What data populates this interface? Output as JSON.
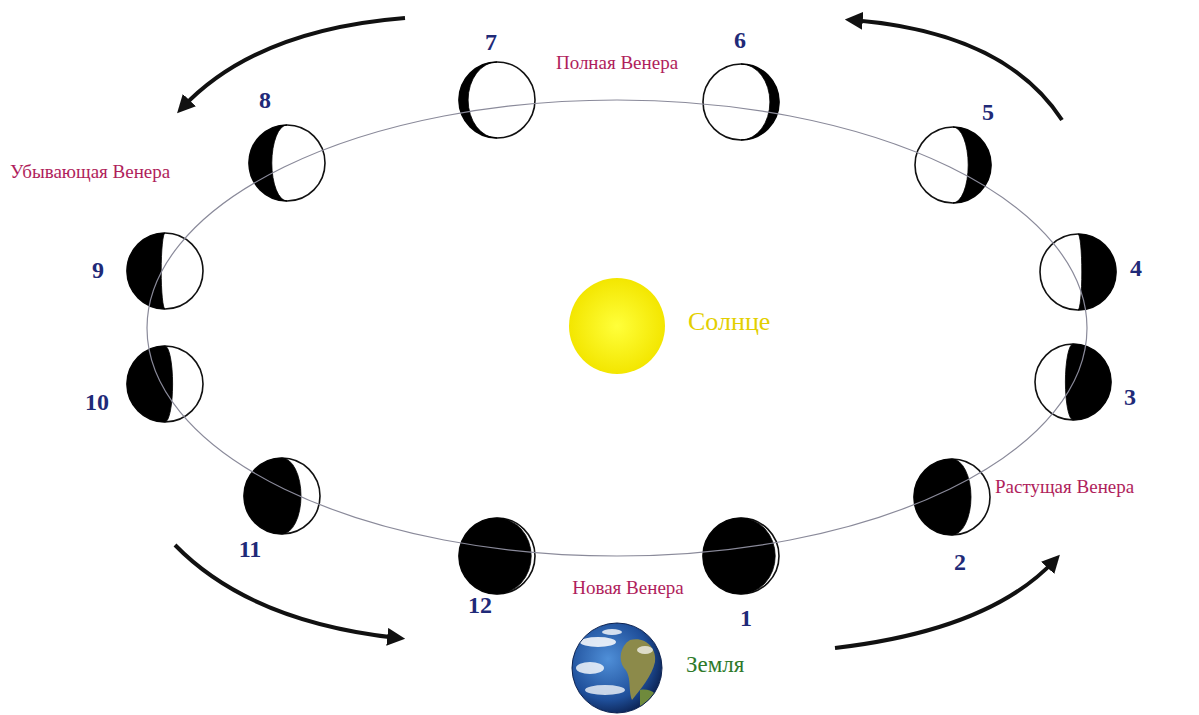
{
  "diagram": {
    "labels": [
      "7",
      "6",
      "Полная Венера",
      "5",
      "8",
      "Убывающая Венера",
      "9",
      "4",
      "Солнце",
      "10",
      "3",
      "11",
      "Растущая Венера",
      "2",
      "12",
      "Новая Венера",
      "1",
      "Земля"
    ]
  }
}
